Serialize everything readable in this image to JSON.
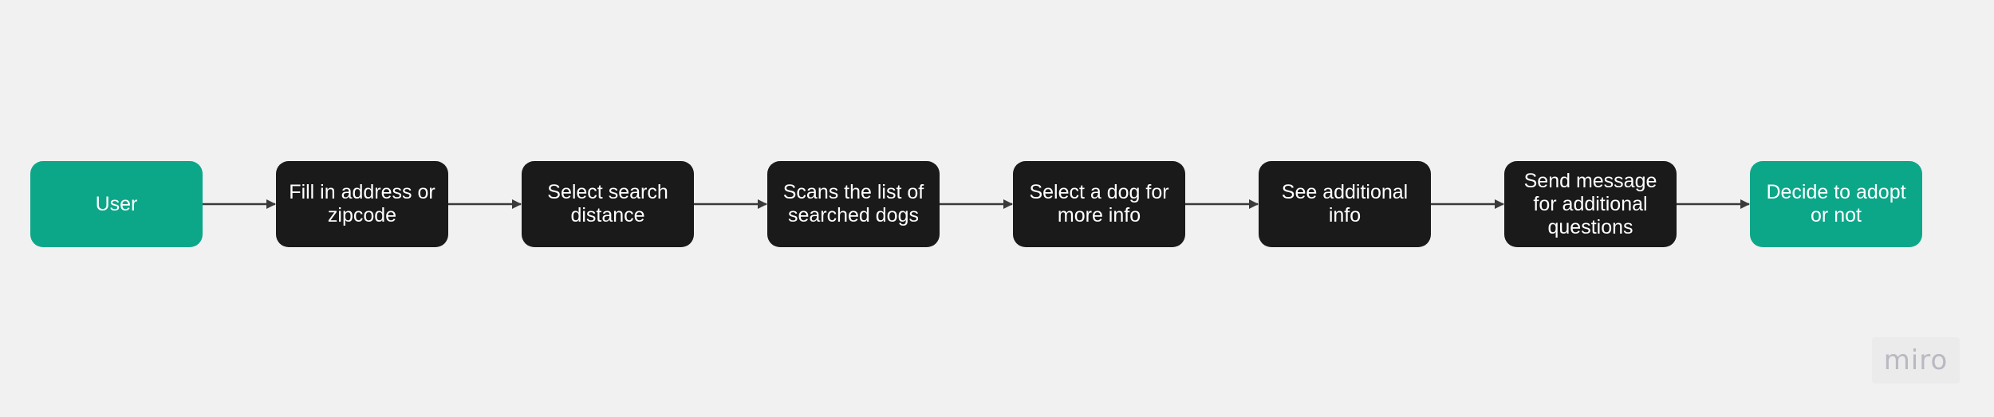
{
  "nodes": [
    {
      "id": "user",
      "label": "User",
      "style": "teal"
    },
    {
      "id": "fill-address",
      "label": "Fill in address or zipcode",
      "style": "dark"
    },
    {
      "id": "select-distance",
      "label": "Select search distance",
      "style": "dark"
    },
    {
      "id": "scan-list",
      "label": "Scans the list of searched dogs",
      "style": "dark"
    },
    {
      "id": "select-dog",
      "label": "Select a dog for more info",
      "style": "dark"
    },
    {
      "id": "see-info",
      "label": "See additional info",
      "style": "dark"
    },
    {
      "id": "send-message",
      "label": "Send message for additional questions",
      "style": "dark"
    },
    {
      "id": "decide",
      "label": "Decide to adopt or not",
      "style": "teal"
    }
  ],
  "edges": [
    {
      "from": "user",
      "to": "fill-address"
    },
    {
      "from": "fill-address",
      "to": "select-distance"
    },
    {
      "from": "select-distance",
      "to": "scan-list"
    },
    {
      "from": "scan-list",
      "to": "select-dog"
    },
    {
      "from": "select-dog",
      "to": "see-info"
    },
    {
      "from": "see-info",
      "to": "send-message"
    },
    {
      "from": "send-message",
      "to": "decide"
    }
  ],
  "colors": {
    "teal": "#0ca789",
    "dark": "#1a1a1a",
    "arrow": "#3a3a3a",
    "background": "#f1f1f1"
  },
  "watermark": {
    "text": "miro"
  }
}
